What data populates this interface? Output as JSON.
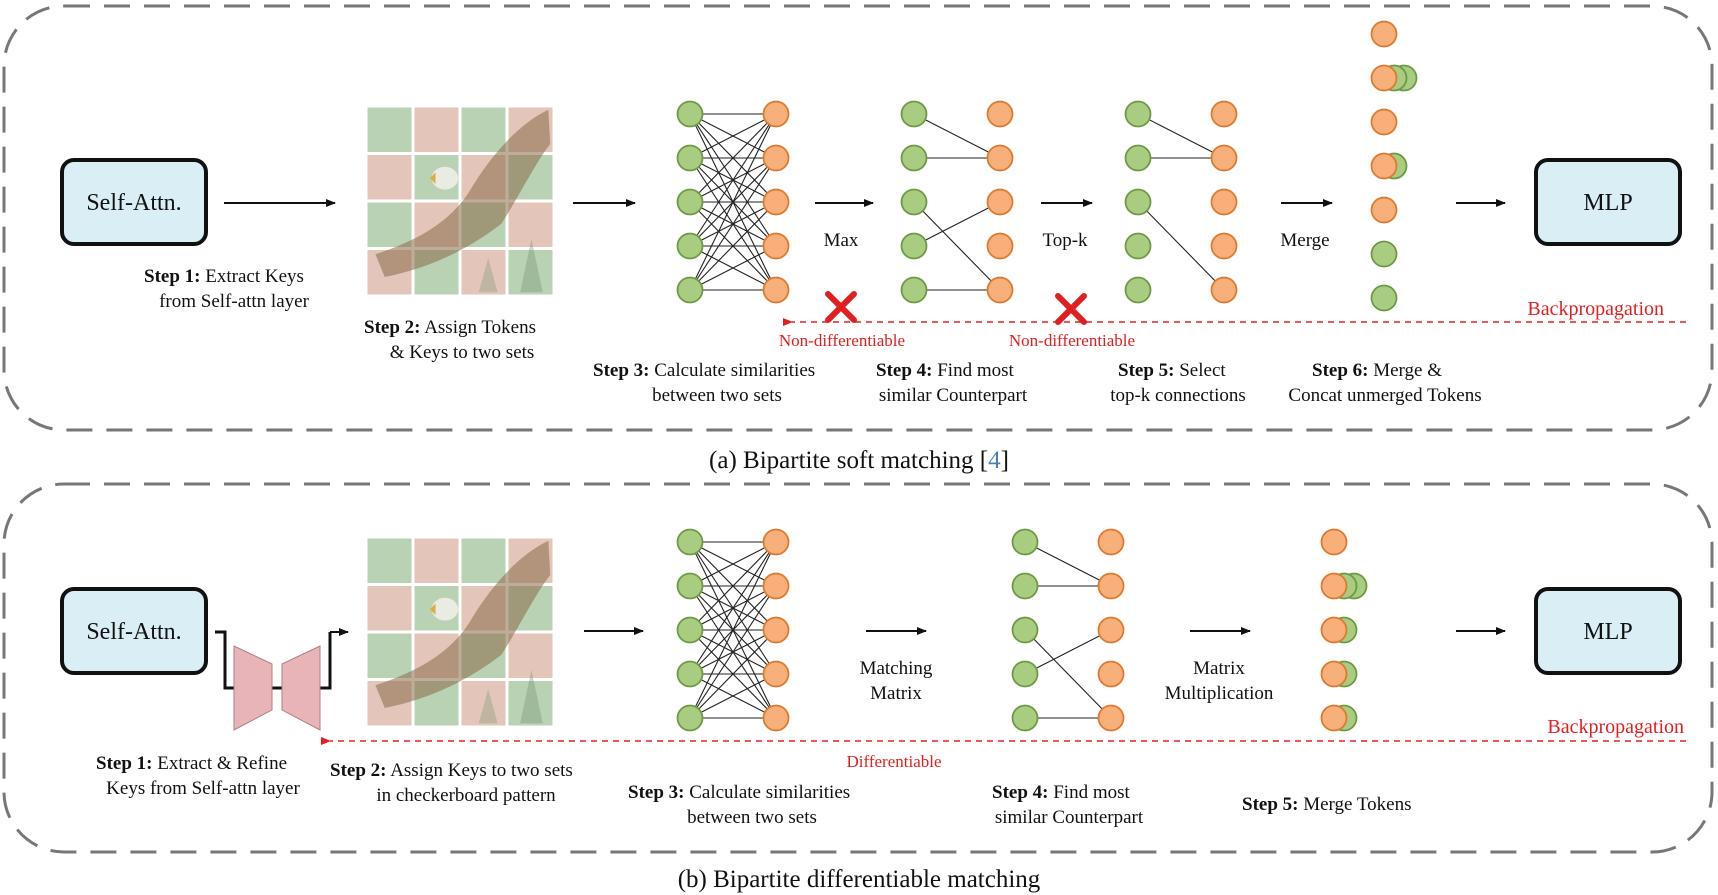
{
  "panel_a": {
    "self_attn": "Self-Attn.",
    "mlp": "MLP",
    "step1_bold": "Step 1:",
    "step1_line1": "Extract Keys",
    "step1_line2": "from Self-attn layer",
    "step2_bold": "Step 2:",
    "step2_line1": "Assign Tokens",
    "step2_line2": "& Keys to two sets",
    "step3_bold": "Step 3:",
    "step3_line1": "Calculate similarities",
    "step3_line2": "between two sets",
    "step4_bold": "Step 4:",
    "step4_line1": "Find most",
    "step4_line2": "similar Counterpart",
    "step5_bold": "Step 5:",
    "step5_line1": "Select",
    "step5_line2": "top-k connections",
    "step6_bold": "Step 6:",
    "step6_line1": "Merge &",
    "step6_line2": "Concat unmerged Tokens",
    "op_max": "Max",
    "op_topk": "Top-k",
    "op_merge": "Merge",
    "nondiff_1": "Non-differentiable",
    "nondiff_2": "Non-differentiable",
    "backprop": "Backpropagation",
    "caption_prefix": "(a) Bipartite soft matching [",
    "caption_ref": "4",
    "caption_suffix": "]"
  },
  "panel_b": {
    "self_attn": "Self-Attn.",
    "mlp": "MLP",
    "step1_bold": "Step 1:",
    "step1_line1": "Extract & Refine",
    "step1_line2": "Keys from Self-attn layer",
    "step2_bold": "Step 2:",
    "step2_line1": "Assign Keys to two sets",
    "step2_line2": "in checkerboard pattern",
    "step3_bold": "Step 3:",
    "step3_line1": "Calculate similarities",
    "step3_line2": "between two sets",
    "step4_bold": "Step 4:",
    "step4_line1": "Find most",
    "step4_line2": "similar Counterpart",
    "step5_bold": "Step 5:",
    "step5_line1": "Merge Tokens",
    "op_matching_1": "Matching",
    "op_matching_2": "Matrix",
    "op_matmul_1": "Matrix",
    "op_matmul_2": "Multiplication",
    "diff": "Differentiable",
    "backprop": "Backpropagation",
    "caption": "(b) Bipartite differentiable matching"
  },
  "colors": {
    "box_fill": "#d9eef5",
    "green_node": "#a8cc80",
    "green_stroke": "#6e9a45",
    "orange_node": "#f7b07a",
    "orange_stroke": "#e0782f",
    "red": "#e02020",
    "link_blue": "#4a7fb5",
    "refine_pink": "#e8b4b8"
  }
}
